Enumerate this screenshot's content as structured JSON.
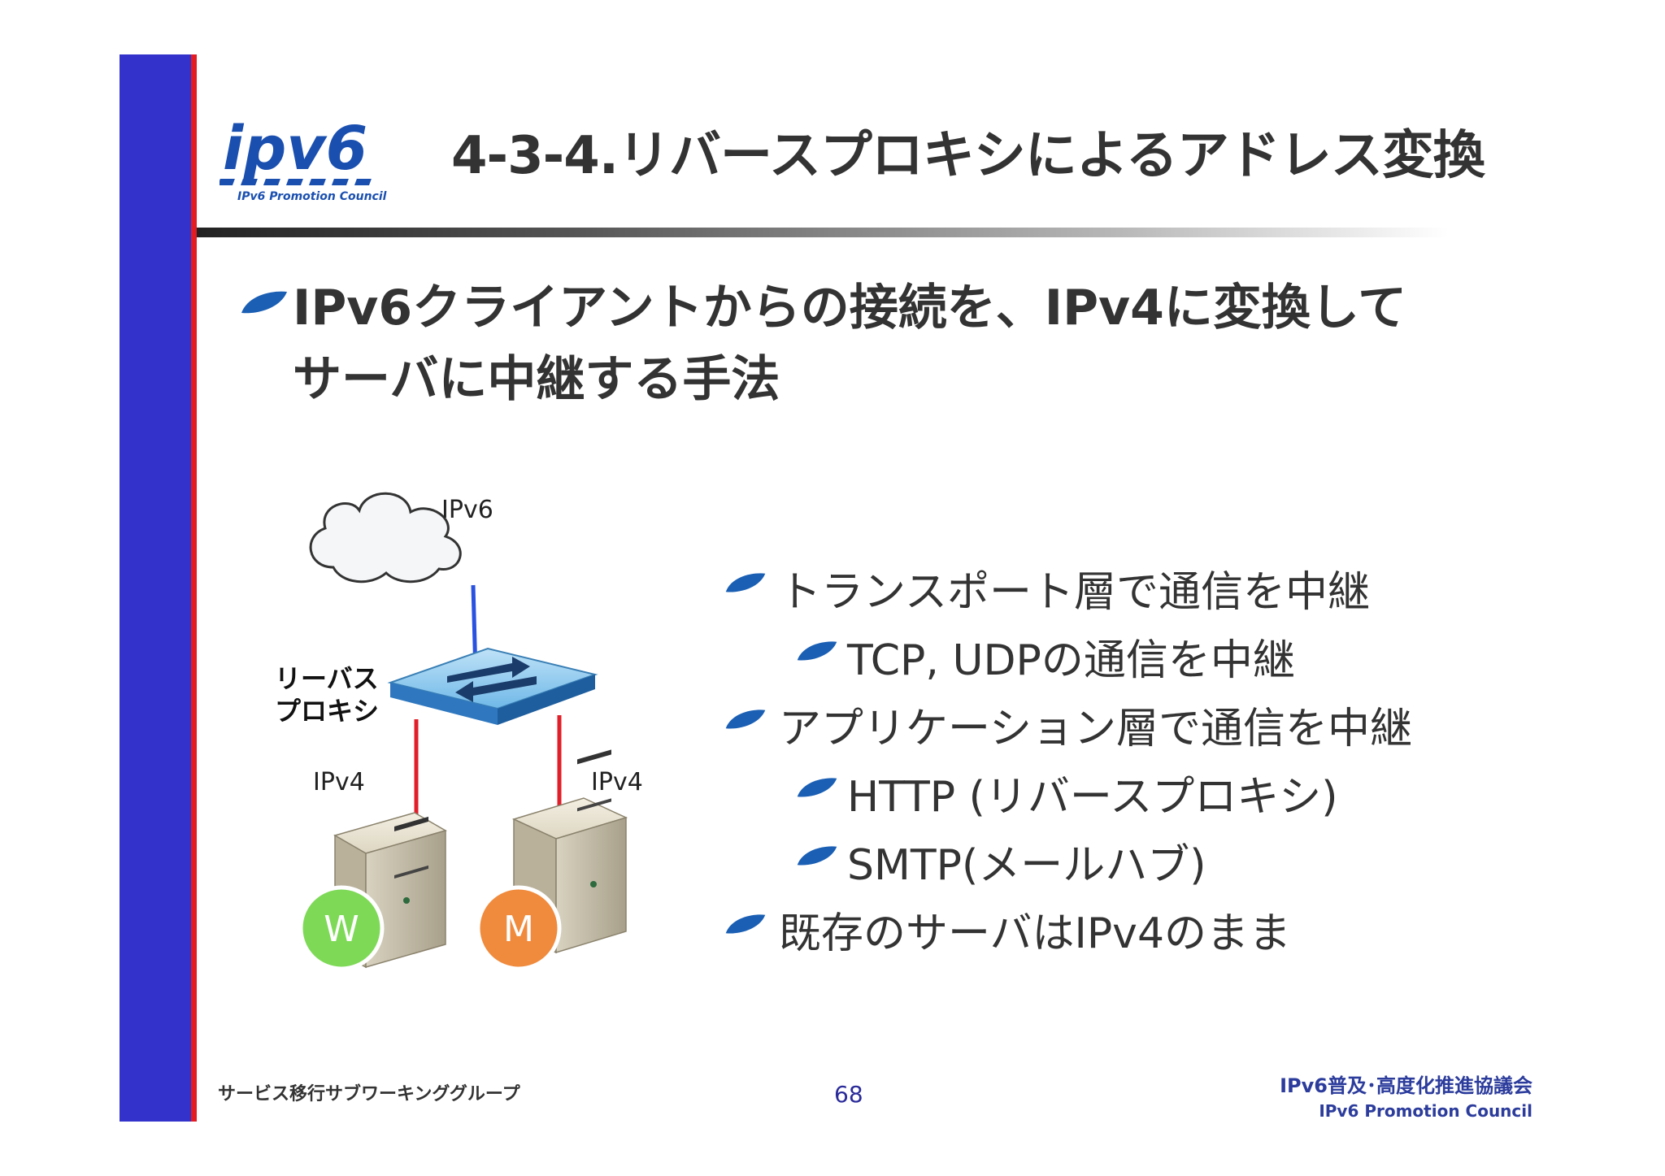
{
  "header": {
    "title": "4-3-4.リバースプロキシによるアドレス変換",
    "logo_text": "ipv6",
    "logo_subtext": "IPv6 Promotion Council"
  },
  "main_point": {
    "line1": "IPv6クライアントからの接続を、IPv4に変換して",
    "line2": "サーバに中継する手法"
  },
  "diagram": {
    "cloud_label": "IPv6",
    "proxy_label_line1": "リーバス",
    "proxy_label_line2": "プロキシ",
    "left_link_label": "IPv4",
    "right_link_label": "IPv4",
    "server_w_letter": "W",
    "server_m_letter": "M"
  },
  "bullets": [
    {
      "level": 1,
      "text": "トランスポート層で通信を中継"
    },
    {
      "level": 2,
      "text": "TCP, UDPの通信を中継"
    },
    {
      "level": 1,
      "text": "アプリケーション層で通信を中継"
    },
    {
      "level": 2,
      "text": "HTTP (リバースプロキシ)"
    },
    {
      "level": 2,
      "text": "SMTP(メールハブ)"
    },
    {
      "level": 1,
      "text": "既存のサーバはIPv4のまま"
    }
  ],
  "footer": {
    "left": "サービス移行サブワーキンググループ",
    "page_number": "68",
    "org_jp": "IPv6普及･高度化推進協議会",
    "org_en": "IPv6 Promotion Council"
  },
  "colors": {
    "sidebar": "#3333cc",
    "accent_red": "#e31b23",
    "bullet_leaf": "#1a5fb4",
    "server_w": "#7ed957",
    "server_m": "#f08a3c"
  }
}
